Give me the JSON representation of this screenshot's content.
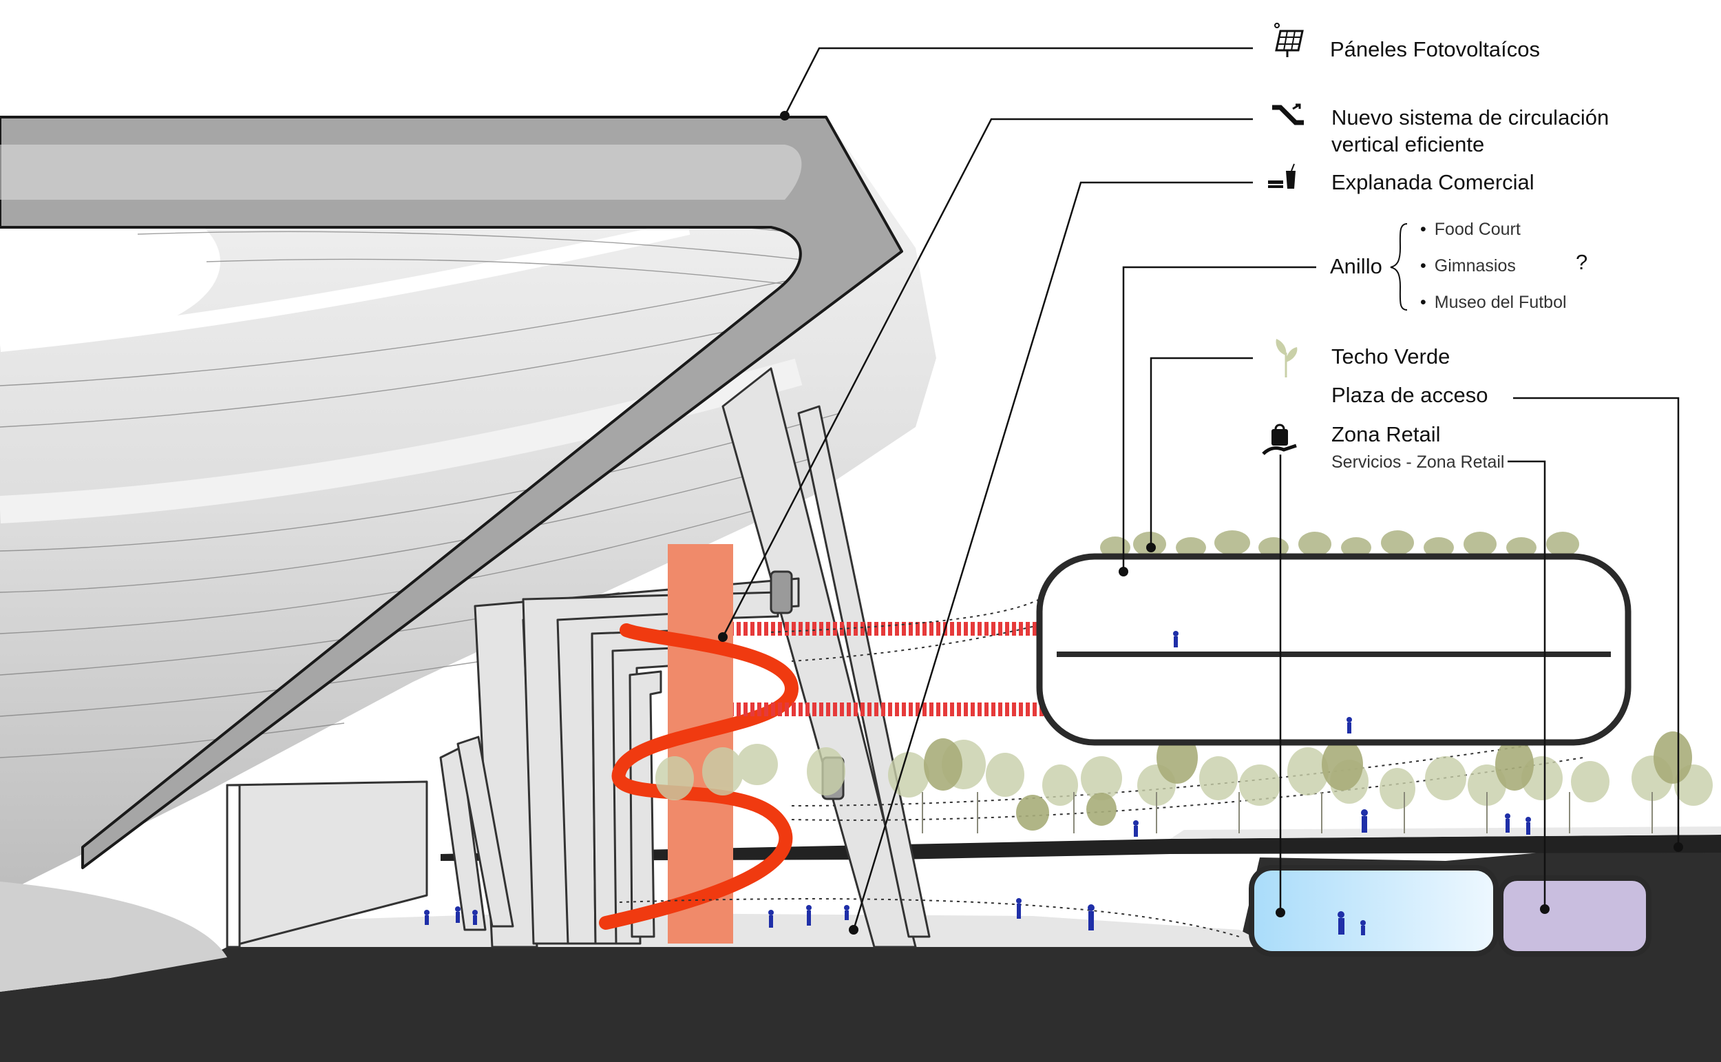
{
  "labels": {
    "paneles": "Páneles Fotovoltaícos",
    "circulacion_1": "Nuevo sistema de circulación",
    "circulacion_2": "vertical eficiente",
    "explanada": "Explanada Comercial",
    "anillo": "Anillo",
    "anillo_items": [
      "Food Court",
      "Gimnasios",
      "Museo del Futbol"
    ],
    "question": "?",
    "techo_verde": "Techo Verde",
    "plaza": "Plaza de acceso",
    "zona_retail": "Zona Retail",
    "servicios": "Servicios - Zona Retail"
  },
  "icons": {
    "paneles": "solar-panel-icon",
    "circulacion": "escalator-icon",
    "explanada": "food-drink-icon",
    "techo_verde": "leaf-icon",
    "zona_retail": "shopping-bag-hand-icon"
  },
  "colors": {
    "core": "#f08a6a",
    "helix": "#f03a10",
    "arrow": "#e83030",
    "pool": "#bfe4fb",
    "retail": "#c9bedf",
    "ground": "#2e2e2e",
    "figures": "#1f2fa8",
    "trees": "#aab48a"
  }
}
